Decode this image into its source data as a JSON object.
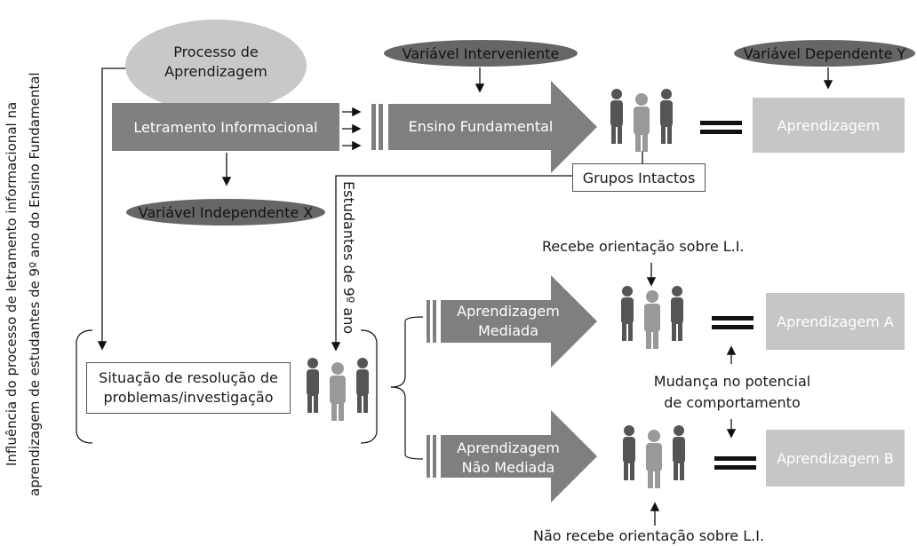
{
  "side_title": {
    "line1": "Influência do processo de letramento informacional na",
    "line2": "aprendizagem de estudantes de 9º ano do Ensino Fundamental"
  },
  "nodes": {
    "processo": "Processo de Aprendizagem",
    "letramento": "Letramento Informacional",
    "var_interveniente": "Variável Interveniente",
    "ensino": "Ensino Fundamental",
    "var_dependente": "Variável Dependente Y",
    "aprendizagem": "Aprendizagem",
    "grupos": "Grupos Intactos",
    "var_independente": "Variável Independente X",
    "estudantes": "Estudantes de 9º ano",
    "situacao": "Situação de resolução de problemas/investigação",
    "recebe": "Recebe orientação sobre L.I.",
    "mediada": "Aprendizagem Mediada",
    "aprendizagem_a": "Aprendizagem A",
    "mudanca": "Mudança no potencial de comportamento",
    "nao_mediada": "Aprendizagem Não Mediada",
    "aprendizagem_b": "Aprendizagem B",
    "nao_recebe": "Não recebe orientação sobre L.I."
  },
  "colors": {
    "dark_gray": "#808080",
    "light_gray": "#c6c6c6",
    "ellipse_gray": "#666666",
    "arrow_gray": "#7f7f7f"
  }
}
